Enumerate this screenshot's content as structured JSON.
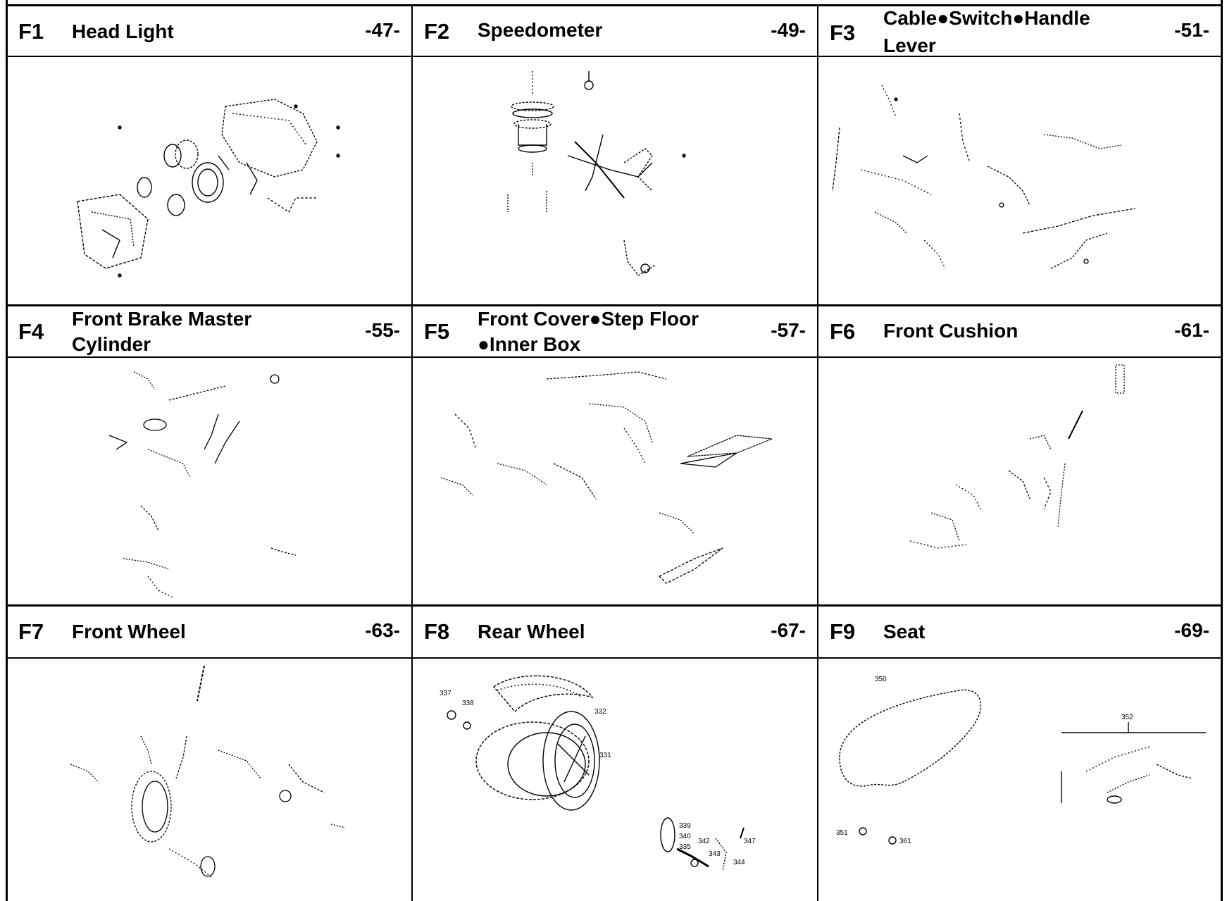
{
  "sections": [
    {
      "code": "F1",
      "title": "Head Light",
      "page": "-47-",
      "icon": "head-light-drawing"
    },
    {
      "code": "F2",
      "title": "Speedometer",
      "page": "-49-",
      "icon": "speedometer-drawing"
    },
    {
      "code": "F3",
      "title_line1": "Cable●Switch●Handle",
      "title_line2": "Lever",
      "page": "-51-",
      "icon": "cable-switch-handle-lever-drawing"
    },
    {
      "code": "F4",
      "title_line1": "Front Brake Master",
      "title_line2": "Cylinder",
      "page": "-55-",
      "icon": "front-brake-master-cylinder-drawing"
    },
    {
      "code": "F5",
      "title_line1": "Front Cover●Step Floor",
      "title_line2": "●Inner Box",
      "page": "-57-",
      "icon": "front-cover-step-floor-inner-box-drawing"
    },
    {
      "code": "F6",
      "title": "Front Cushion",
      "page": "-61-",
      "icon": "front-cushion-drawing"
    },
    {
      "code": "F7",
      "title": "Front Wheel",
      "page": "-63-",
      "icon": "front-wheel-drawing"
    },
    {
      "code": "F8",
      "title": "Rear Wheel",
      "page": "-67-",
      "icon": "rear-wheel-drawing"
    },
    {
      "code": "F9",
      "title": "Seat",
      "page": "-69-",
      "icon": "seat-drawing"
    }
  ],
  "drawing_labels": {
    "rear_wheel": [
      "337",
      "338",
      "332",
      "331",
      "339",
      "340",
      "335",
      "342",
      "343",
      "347",
      "344"
    ],
    "seat": [
      "350",
      "352",
      "351",
      "361"
    ]
  }
}
